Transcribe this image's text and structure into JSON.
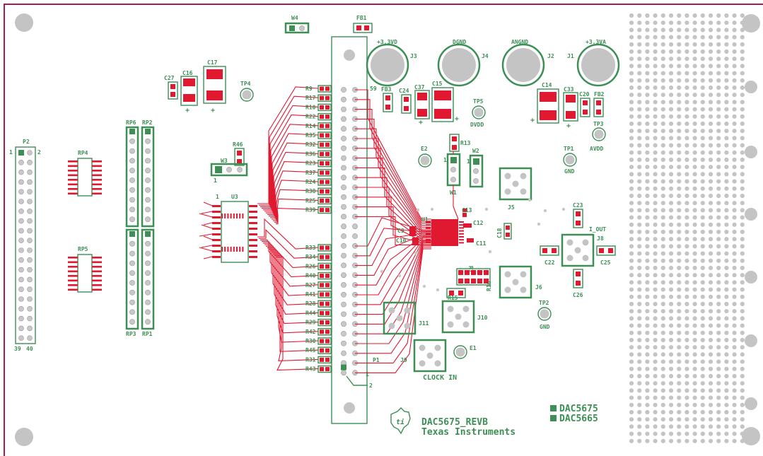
{
  "colors": {
    "silkscreen": "#3d8f55",
    "copper": "#e01830",
    "board_edge": "#a0204a",
    "hole": "#c4c4c4"
  },
  "labels": {
    "w4": "W4",
    "fb1": "FB1",
    "j3_label": "+3.3VD",
    "j4_label": "DGND",
    "j2_label": "ANGND",
    "j1_label": "+3.3VA",
    "j3": "J3",
    "j4": "J4",
    "j2": "J2",
    "j1": "J1",
    "c17": "C17",
    "c16": "C16",
    "c27": "C27",
    "tp4": "TP4",
    "n59": "59",
    "fb3": "FB3",
    "c24": "C24",
    "c37": "C37",
    "c15": "C15",
    "tp5": "TP5",
    "dvdd": "DVDD",
    "c14": "C14",
    "c33": "C33",
    "c20": "C20",
    "fb2": "FB2",
    "tp3": "TP3",
    "avdd": "AVDD",
    "tp1": "TP1",
    "gnd1": "GND",
    "r13": "R13",
    "e2": "E2",
    "w2": "W2",
    "w1": "W1",
    "one_w1": "1",
    "one_w2": "1",
    "p2": "P2",
    "p2_1": "1",
    "p2_2": "2",
    "p2_39": "39",
    "p2_40": "40",
    "rp4": "RP4",
    "rp5": "RP5",
    "rp6": "RP6",
    "rp2": "RP2",
    "rp3": "RP3",
    "rp1": "RP1",
    "r46": "R46",
    "w3": "W3",
    "w3_1": "1",
    "u3": "U3",
    "u3_1": "1",
    "j5": "J5",
    "c23": "C23",
    "i_out": "I_OUT",
    "j8": "J8",
    "c22": "C22",
    "c25": "C25",
    "c26": "C26",
    "u1": "U1",
    "c13": "C13",
    "c12": "C12",
    "c11": "C11",
    "c18": "C18",
    "c9": "C9",
    "c10": "C10",
    "r7": "R7",
    "r16": "R16",
    "j6": "J6",
    "tp2": "TP2",
    "gnd2": "GND",
    "r15": "R15",
    "j11": "J11",
    "j10": "J10",
    "j9": "J9",
    "e1": "E1",
    "clock_in": "CLOCK IN",
    "p1": "P1",
    "p1_1": "1",
    "p1_2": "2",
    "board_name": "DAC5675_REVB",
    "company": "Texas Instruments",
    "opt1": "DAC5675",
    "opt2": "DAC5665"
  },
  "resistors_top": [
    "R9",
    "R17",
    "R10",
    "R22",
    "R14",
    "R35",
    "R32",
    "R36",
    "R23",
    "R37",
    "R24",
    "R38",
    "R25",
    "R39"
  ],
  "resistors_bottom": [
    "R33",
    "R34",
    "R26",
    "R40",
    "R27",
    "R41",
    "R28",
    "R44",
    "R29",
    "R42",
    "R30",
    "R45",
    "R31",
    "R43"
  ]
}
